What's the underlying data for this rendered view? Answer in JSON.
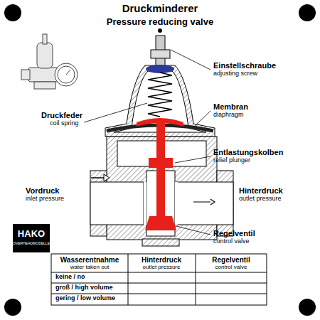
{
  "diagram": {
    "title": "Druckminderer",
    "labels": [
      "Pressure reducing valve",
      "Einstellschraube",
      "adjusting screw",
      "Druckfeder",
      "coil spring",
      "Membran",
      "diaphragm",
      "Entlastungskolben",
      "relief plunger",
      "Vordruck",
      "inlet pressure",
      "Hinterdruck",
      "outlet pressure",
      "Regelventil",
      "control valve",
      "HAKO",
      "OVERHEADMODELLE",
      "Wasserentnahme",
      "water taken out",
      "Hinterdruck",
      "outlet pressure",
      "Regelventil",
      "control valve",
      "keine / no",
      "groß / high volume",
      "gering / low volume"
    ]
  }
}
